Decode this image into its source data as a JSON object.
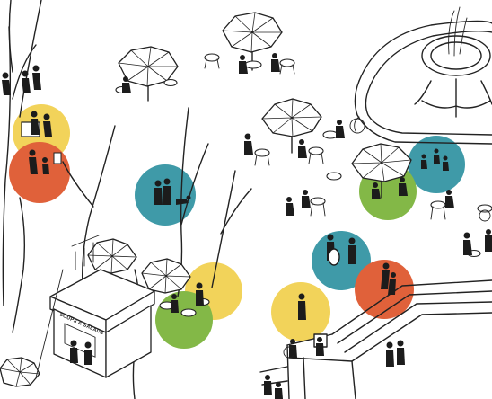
{
  "kiosk": {
    "sign_text": "SOUPS & SALADS"
  },
  "colors": {
    "yellow": "#f2d35a",
    "orange": "#e0613a",
    "teal": "#3f9aa8",
    "green": "#83b847",
    "ink": "#222222"
  },
  "activity_circles": [
    {
      "id": "info-board",
      "color": "yellow"
    },
    {
      "id": "family-picnic",
      "color": "orange"
    },
    {
      "id": "dog-walkers",
      "color": "teal"
    },
    {
      "id": "kiosk-terrace",
      "color": "yellow"
    },
    {
      "id": "terrace-dining",
      "color": "green"
    },
    {
      "id": "fountain-kids",
      "color": "teal"
    },
    {
      "id": "fountain-cafe",
      "color": "green"
    },
    {
      "id": "street-musicians",
      "color": "teal"
    },
    {
      "id": "stair-strollers",
      "color": "orange"
    },
    {
      "id": "lone-visitor",
      "color": "yellow"
    }
  ]
}
